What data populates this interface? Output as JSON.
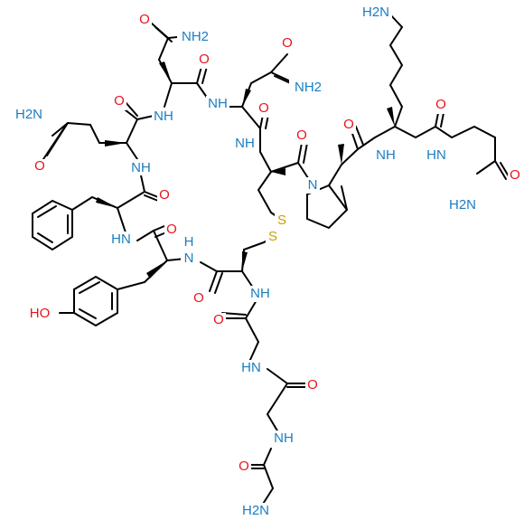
{
  "molecule": {
    "colors": {
      "bond": "#000000",
      "N": "#1a7dc1",
      "O": "#e8141c",
      "S": "#c8a000",
      "H": "#1a7dc1"
    },
    "labels": {
      "nh2_top_lys": "H2N",
      "nh2_asn1": "NH2",
      "o_asn1": "O",
      "o_asn1_co": "O",
      "o_asn2": "O",
      "nh2_asn2": "NH2",
      "o_asn2_co": "O",
      "h2n_gln": "H2N",
      "o_gln_side": "O",
      "o_gln_co": "O",
      "nh_asn1": "NH",
      "nh_asn2": "NH",
      "nh_cys1": "NH",
      "o_cys1_co": "O",
      "o_pro_co": "O",
      "nh_lys": "NH",
      "o_lys_co": "O",
      "nh_gly_end": "HN",
      "o_gly_end": "O",
      "h2n_gly_end": "H2N",
      "n_pro": "N",
      "nh_gln": "NH",
      "nh_phe": "HN",
      "o_phe_co": "O",
      "nh_tyr": "N H",
      "o_tyr_co": "O",
      "s1": "S",
      "s2": "S",
      "nh_cys2": "NH",
      "ho_tyr": "HO",
      "o_cys2_co": "O",
      "o_gly1_co": "O",
      "nh_gly1": "HN",
      "o_gly2_co": "O",
      "nh_gly2": "NH",
      "o_gly3_co": "O",
      "h2n_gly3": "H2N"
    }
  }
}
